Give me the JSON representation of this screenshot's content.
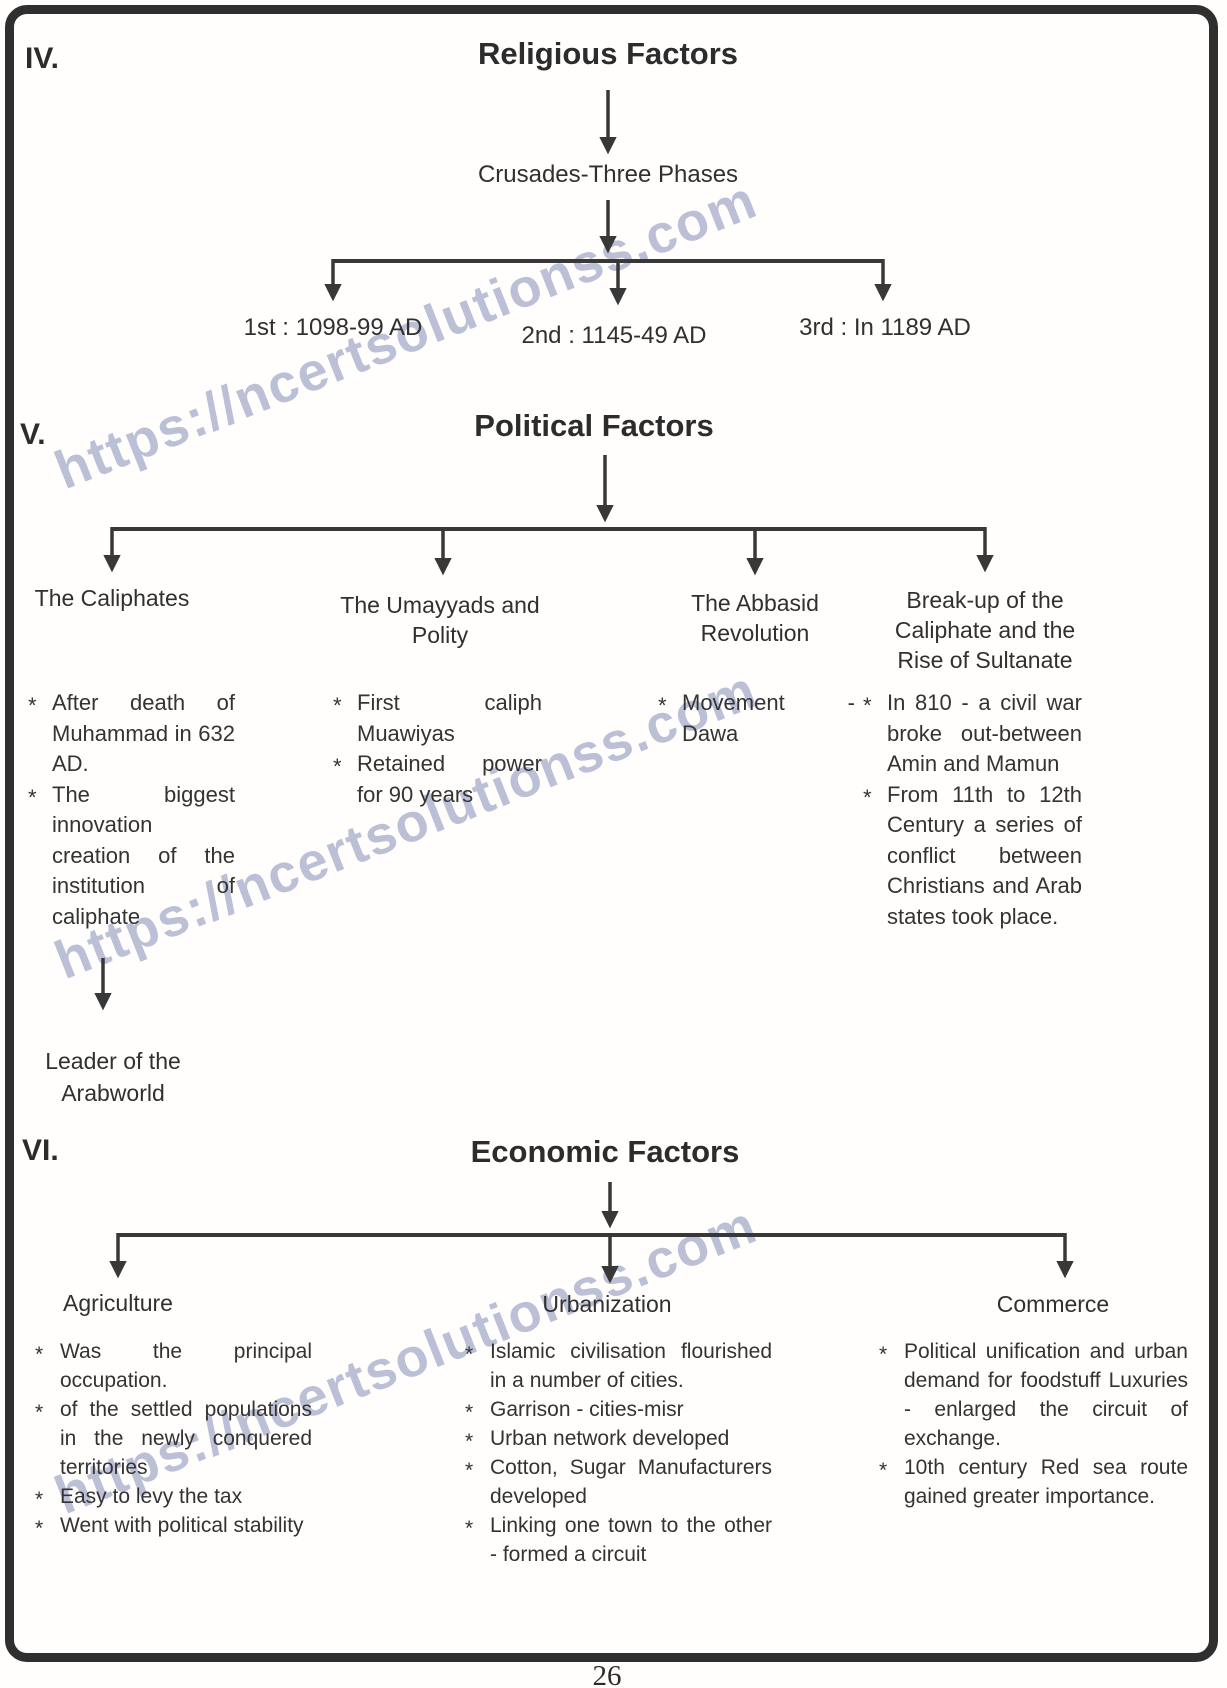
{
  "watermark": {
    "text": "https://ncertsolutionss.com"
  },
  "page": {
    "number": "26"
  },
  "sections": {
    "religious": {
      "numeral": "IV.",
      "title": "Religious Factors",
      "node": "Crusades-Three Phases",
      "phases": [
        "1st : 1098-99 AD",
        "2nd : 1145-49 AD",
        "3rd : In 1189 AD"
      ]
    },
    "political": {
      "numeral": "V.",
      "title": "Political Factors",
      "columns": [
        {
          "heading": "The Caliphates",
          "bullets": [
            "After death of Muhammad in 632 AD.",
            "The biggest innovation creation of the institution of caliphate"
          ],
          "child": "Leader of the Arabworld"
        },
        {
          "heading": "The Umayyads and Polity",
          "bullets": [
            "First caliph Muawiyas",
            "Retained power for 90 years"
          ]
        },
        {
          "heading": "The Abbasid Revolution",
          "bullets": [
            "Movement - Dawa"
          ]
        },
        {
          "heading": "Break-up of the Caliphate and the Rise of Sultanate",
          "bullets": [
            "In 810 - a civil war broke out-between Amin and Mamun",
            "From 11th to 12th Century a series of conflict between Christians and Arab states took place."
          ]
        }
      ]
    },
    "economic": {
      "numeral": "VI.",
      "title": "Economic Factors",
      "columns": [
        {
          "heading": "Agriculture",
          "bullets": [
            "Was the principal occupation.",
            "of the settled populations in the newly conquered territories",
            "Easy to levy the tax",
            "Went with political stability"
          ]
        },
        {
          "heading": "Urbanization",
          "bullets": [
            "Islamic civilisation flourished in a number of cities.",
            "Garrison - cities-misr",
            "Urban network developed",
            "Cotton, Sugar Manufacturers developed",
            "Linking one town to the other - formed a circuit"
          ]
        },
        {
          "heading": "Commerce",
          "bullets": [
            "Political unification and urban demand for foodstuff Luxuries - enlarged the circuit of exchange.",
            "10th century Red sea route gained greater importance."
          ]
        }
      ]
    }
  }
}
